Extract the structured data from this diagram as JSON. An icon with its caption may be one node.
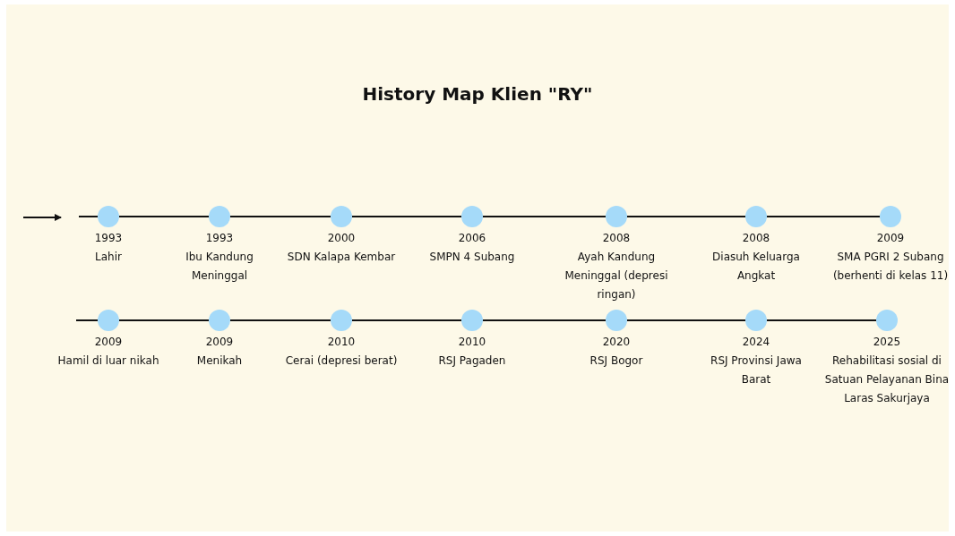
{
  "diagram": {
    "title": "History Map Klien \"RY\"",
    "nodes": [
      {
        "text": [],
        "shape": "circle",
        "beside": [
          "1993",
          "Lahir"
        ]
      },
      {
        "text": [],
        "shape": "circle",
        "beside": [
          "1993",
          "Ibu Kandung Meninggal"
        ]
      },
      {
        "text": [],
        "shape": "circle",
        "beside": [
          "2000",
          "SDN Kalapa Kembar"
        ]
      },
      {
        "text": [],
        "shape": "circle",
        "beside": [
          "2006",
          "SMPN 4 Subang"
        ]
      },
      {
        "text": [],
        "shape": "circle",
        "beside": [
          "2008",
          "Ayah Kandung Meninggal (depresi ringan)"
        ]
      },
      {
        "text": [],
        "shape": "circle",
        "beside": [
          "2008",
          "Diasuh Keluarga Angkat"
        ]
      },
      {
        "text": [],
        "shape": "circle",
        "beside": [
          "2009",
          "SMA PGRI 2 Subang (berhenti di kelas 11)"
        ]
      },
      {
        "text": [],
        "shape": "circle",
        "beside": [
          "2009",
          "Hamil di luar nikah"
        ]
      },
      {
        "text": [],
        "shape": "circle",
        "beside": [
          "2009",
          "Menikah"
        ]
      },
      {
        "text": [],
        "shape": "circle",
        "beside": [
          "2010",
          "Cerai (depresi berat)"
        ]
      },
      {
        "text": [],
        "shape": "circle",
        "beside": [
          "2010",
          "RSJ Pagaden"
        ]
      },
      {
        "text": [],
        "shape": "circle",
        "beside": [
          "2020",
          "RSJ Bogor"
        ]
      },
      {
        "text": [],
        "shape": "circle",
        "beside": [
          "2024",
          "RSJ Provinsi Jawa Barat"
        ]
      },
      {
        "text": [],
        "shape": "circle",
        "beside": [
          "2025",
          "Rehabilitasi sosial di Satuan Pelayanan Bina Laras Sakurjaya"
        ]
      }
    ],
    "edges": [
      {
        "from": null,
        "to": 0,
        "arrow": "none"
      },
      {
        "from": 0,
        "to": 1,
        "arrow": "none"
      },
      {
        "from": 1,
        "to": 2,
        "arrow": "none"
      },
      {
        "from": 2,
        "to": 3,
        "arrow": "none"
      },
      {
        "from": 3,
        "to": 4,
        "arrow": "none"
      },
      {
        "from": 4,
        "to": 5,
        "arrow": "none"
      },
      {
        "from": 5,
        "to": 6,
        "arrow": "none"
      },
      {
        "from": null,
        "to": 7,
        "arrow": "none"
      },
      {
        "from": 7,
        "to": 8,
        "arrow": "none"
      },
      {
        "from": 8,
        "to": 9,
        "arrow": "none"
      },
      {
        "from": 9,
        "to": 10,
        "arrow": "none"
      },
      {
        "from": 10,
        "to": 11,
        "arrow": "none"
      },
      {
        "from": 11,
        "to": 12,
        "arrow": "none"
      },
      {
        "from": 12,
        "to": 13,
        "arrow": "none"
      }
    ]
  }
}
